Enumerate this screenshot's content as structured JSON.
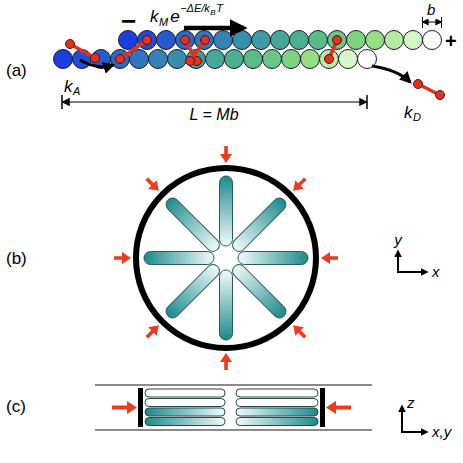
{
  "diagram": {
    "labels": [
      "(a)",
      "−",
      "k",
      "M",
      "e",
      "−ΔE/k",
      "B",
      "T",
      "b",
      "+",
      "k",
      "A",
      "L = Mb",
      "k",
      "D",
      "(b)",
      "y",
      "x",
      "(c)",
      "z",
      "x,y"
    ]
  }
}
